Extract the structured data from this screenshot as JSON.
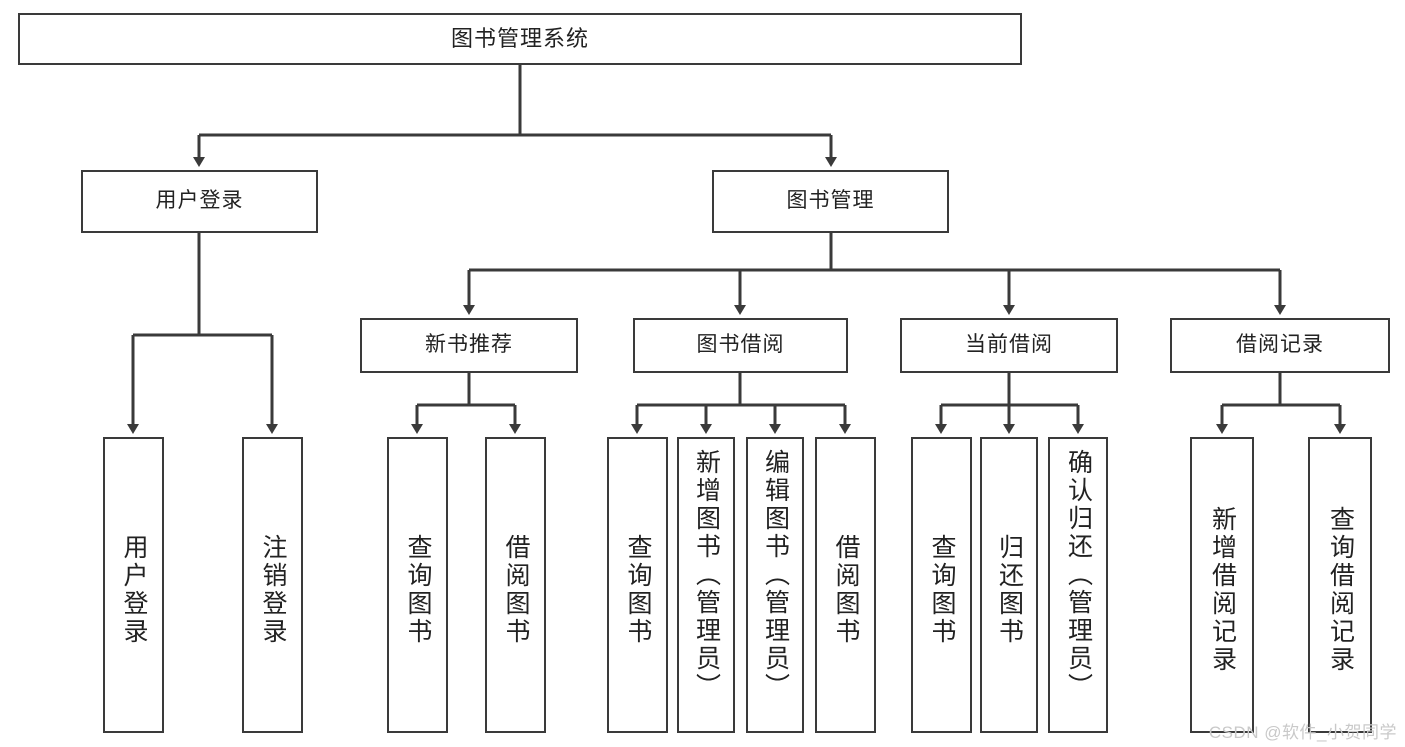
{
  "diagram": {
    "type": "tree",
    "title": "图书管理系统",
    "colors": {
      "stroke": "#3a3a3a",
      "fill": "#ffffff",
      "text": "#222222",
      "watermark": "#c9c9c9"
    },
    "nodes": {
      "root": {
        "label": "图书管理系统"
      },
      "level2": [
        {
          "label": "用户登录"
        },
        {
          "label": "图书管理"
        }
      ],
      "level3": [
        {
          "label": "新书推荐"
        },
        {
          "label": "图书借阅"
        },
        {
          "label": "当前借阅"
        },
        {
          "label": "借阅记录"
        }
      ],
      "leaves_user_login": [
        {
          "label": "用户登录"
        },
        {
          "label": "注销登录"
        }
      ],
      "leaves_new_book": [
        {
          "label": "查询图书"
        },
        {
          "label": "借阅图书"
        }
      ],
      "leaves_borrow": [
        {
          "label": "查询图书"
        },
        {
          "label": "新增图书（管理员）"
        },
        {
          "label": "编辑图书（管理员）"
        },
        {
          "label": "借阅图书"
        }
      ],
      "leaves_current": [
        {
          "label": "查询图书"
        },
        {
          "label": "归还图书"
        },
        {
          "label": "确认归还（管理员）"
        }
      ],
      "leaves_record": [
        {
          "label": "新增借阅记录"
        },
        {
          "label": "查询借阅记录"
        }
      ]
    },
    "watermark": "CSDN @软件_小贺同学"
  }
}
